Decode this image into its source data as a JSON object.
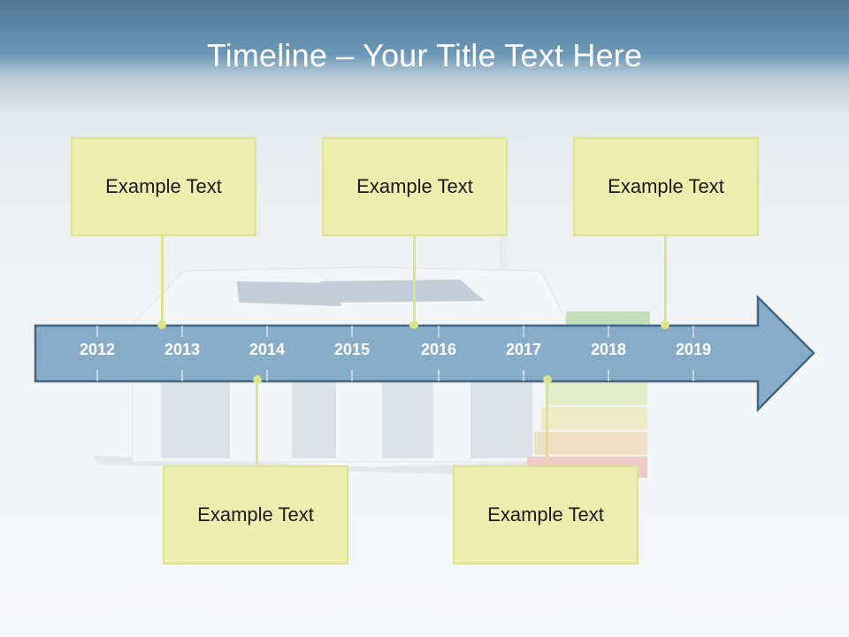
{
  "title": "Timeline – Your Title Text Here",
  "years": [
    "2012",
    "2013",
    "2014",
    "2015",
    "2016",
    "2017",
    "2018",
    "2019"
  ],
  "events_top": [
    {
      "text": "Example Text"
    },
    {
      "text": "Example Text"
    },
    {
      "text": "Example Text"
    }
  ],
  "events_bottom": [
    {
      "text": "Example Text"
    },
    {
      "text": "Example Text"
    }
  ],
  "colors": {
    "header": "#5a86a5",
    "arrow_fill": "#7fa6c3",
    "arrow_stroke": "#3f6685",
    "box_fill": "#eeeeaf",
    "box_border": "#dde28e"
  }
}
